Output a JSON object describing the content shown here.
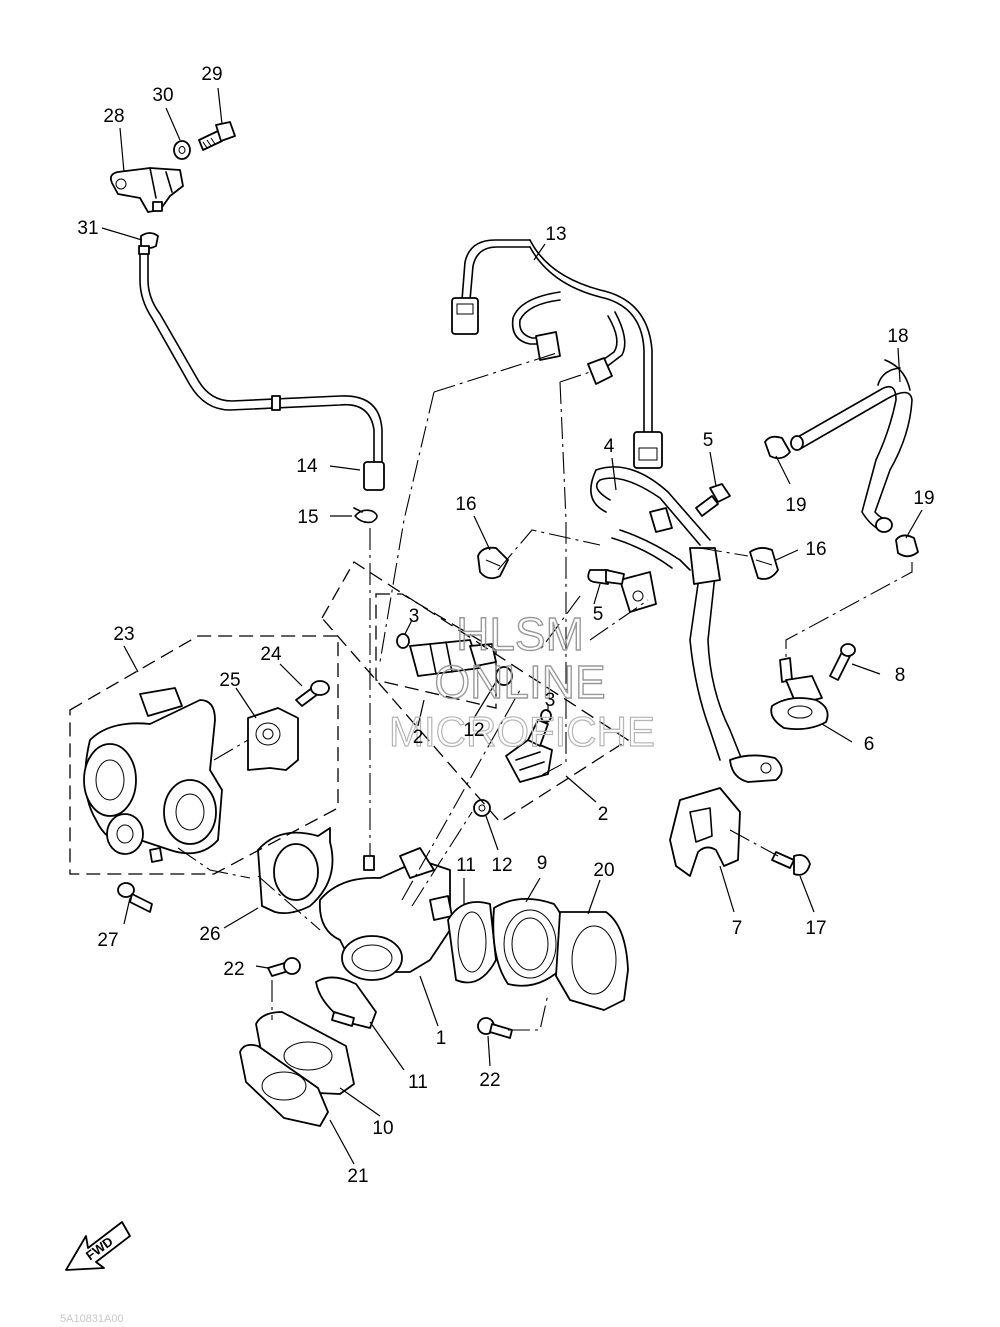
{
  "diagram": {
    "watermark": {
      "line1": "HLSM",
      "line2": "ONLINE",
      "line3": "MICROFICHE"
    },
    "fwd_arrow_text": "FWD",
    "footer_code": "5A10831A00",
    "callouts": [
      {
        "id": "c1",
        "text": "1"
      },
      {
        "id": "c2a",
        "text": "2"
      },
      {
        "id": "c2b",
        "text": "2"
      },
      {
        "id": "c3a",
        "text": "3"
      },
      {
        "id": "c3b",
        "text": "3"
      },
      {
        "id": "c4",
        "text": "4"
      },
      {
        "id": "c5a",
        "text": "5"
      },
      {
        "id": "c5b",
        "text": "5"
      },
      {
        "id": "c6",
        "text": "6"
      },
      {
        "id": "c7",
        "text": "7"
      },
      {
        "id": "c8",
        "text": "8"
      },
      {
        "id": "c9",
        "text": "9"
      },
      {
        "id": "c10",
        "text": "10"
      },
      {
        "id": "c11a",
        "text": "11"
      },
      {
        "id": "c11b",
        "text": "11"
      },
      {
        "id": "c12a",
        "text": "12"
      },
      {
        "id": "c12b",
        "text": "12"
      },
      {
        "id": "c13",
        "text": "13"
      },
      {
        "id": "c14",
        "text": "14"
      },
      {
        "id": "c15",
        "text": "15"
      },
      {
        "id": "c16a",
        "text": "16"
      },
      {
        "id": "c16b",
        "text": "16"
      },
      {
        "id": "c17",
        "text": "17"
      },
      {
        "id": "c18",
        "text": "18"
      },
      {
        "id": "c19a",
        "text": "19"
      },
      {
        "id": "c19b",
        "text": "19"
      },
      {
        "id": "c20",
        "text": "20"
      },
      {
        "id": "c21",
        "text": "21"
      },
      {
        "id": "c22a",
        "text": "22"
      },
      {
        "id": "c22b",
        "text": "22"
      },
      {
        "id": "c23",
        "text": "23"
      },
      {
        "id": "c24",
        "text": "24"
      },
      {
        "id": "c25",
        "text": "25"
      },
      {
        "id": "c26",
        "text": "26"
      },
      {
        "id": "c27",
        "text": "27"
      },
      {
        "id": "c28",
        "text": "28"
      },
      {
        "id": "c29",
        "text": "29"
      },
      {
        "id": "c30",
        "text": "30"
      },
      {
        "id": "c31",
        "text": "31"
      }
    ]
  }
}
